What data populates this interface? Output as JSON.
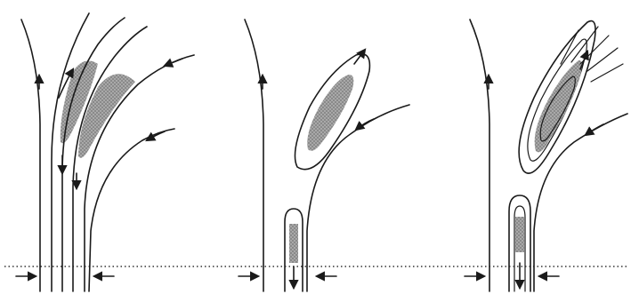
{
  "figure": {
    "panel_count": 3,
    "colors": {
      "stroke": "#1a1a1a",
      "shade": "#8f8f8f",
      "shade_dark": "#6f6f6f",
      "baseline": "#333333",
      "background": "#ffffff"
    },
    "stippled_region": "dotted-gray-fill",
    "baseline_style": "dotted"
  }
}
